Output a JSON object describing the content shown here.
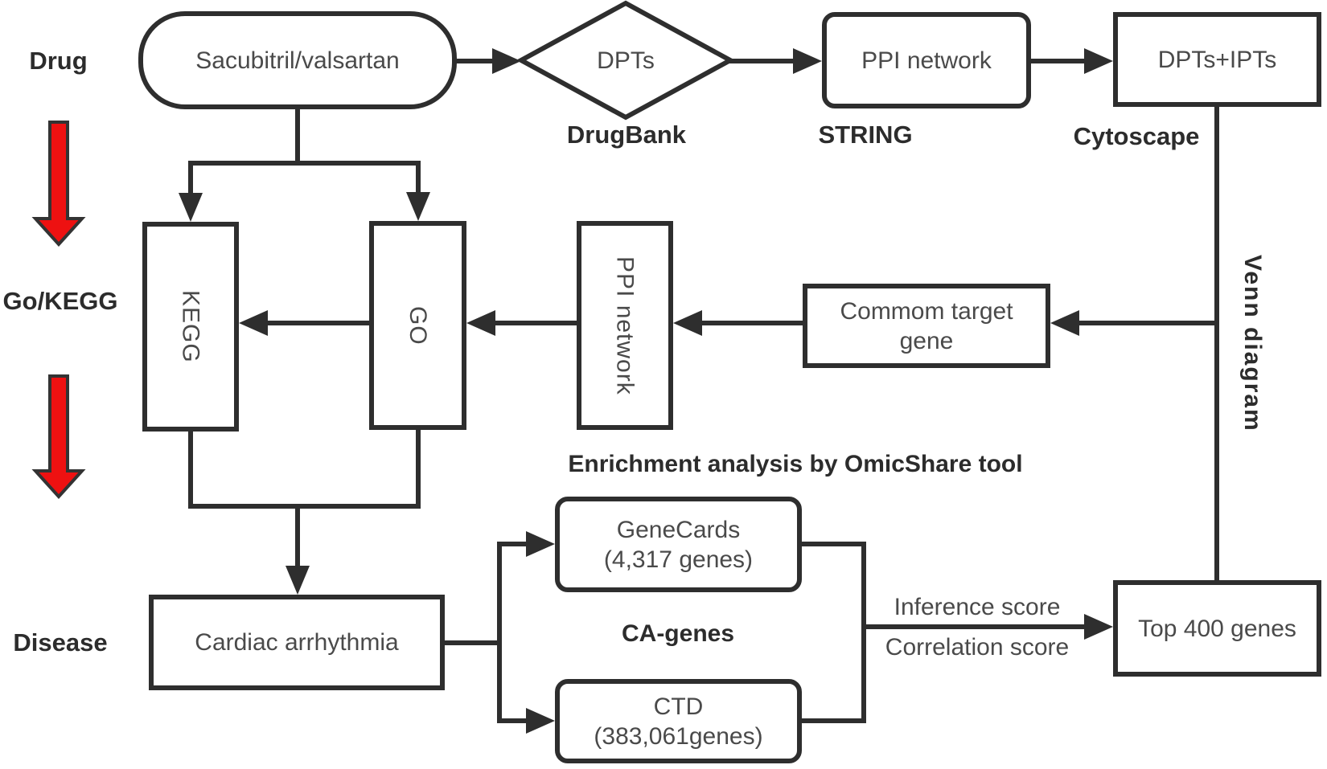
{
  "colors": {
    "line": "#2e2e2e",
    "red_arrow": "#ee1111",
    "node_text": "#4a4a4a",
    "label_text": "#2c2c2c",
    "background": "#ffffff"
  },
  "stages": {
    "drug": "Drug",
    "go_kegg": "Go/KEGG",
    "disease": "Disease"
  },
  "top_row": {
    "sacubitril": "Sacubitril/valsartan",
    "dpts": "DPTs",
    "drugbank": "DrugBank",
    "ppi_network": "PPI network",
    "string": "STRING",
    "dpts_ipts": "DPTs+IPTs",
    "cytoscape": "Cytoscape"
  },
  "middle": {
    "kegg": "KEGG",
    "go": "GO",
    "ppi_network": "PPI network",
    "common_target": {
      "line1": "Commom target",
      "line2": "gene"
    },
    "venn": "Venn diagram",
    "enrichment_note": "Enrichment analysis by OmicShare tool"
  },
  "bottom": {
    "cardiac": "Cardiac arrhythmia",
    "genecards": {
      "line1": "GeneCards",
      "line2": "(4,317 genes)"
    },
    "ctd": {
      "line1": "CTD",
      "line2": "(383,061genes)"
    },
    "ca_genes": "CA-genes",
    "inference": "Inference score",
    "correlation": "Correlation score",
    "top400": "Top 400 genes"
  }
}
